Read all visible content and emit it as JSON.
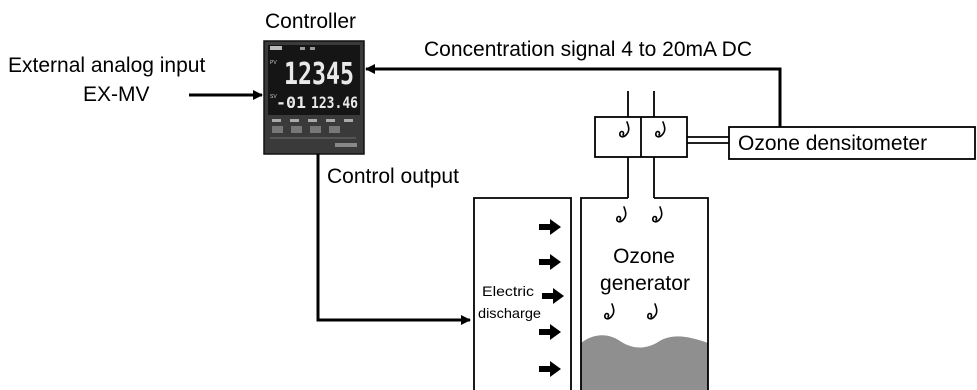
{
  "labels": {
    "controller": "Controller",
    "concentration_signal": "Concentration signal 4 to 20mA DC",
    "external_input": "External analog input",
    "ex_mv": "EX-MV",
    "control_output": "Control output",
    "ozone_densitometer": "Ozone densitometer",
    "ozone": "Ozone",
    "generator": "generator",
    "electric": "Electric",
    "discharge": "discharge"
  },
  "controller_display": {
    "pv_value": "12345",
    "sv_prefix": "-01",
    "sv_value": "123.46"
  },
  "icons": {
    "discharge_arrows": "right-arrow-icon",
    "ozone_bubbles": "ozone-swirl-icon"
  },
  "colors": {
    "line": "#000000",
    "controller_body": "#3a3a3a",
    "display_digits": "#e9e9e9",
    "liquid": "#8f8f8f"
  }
}
